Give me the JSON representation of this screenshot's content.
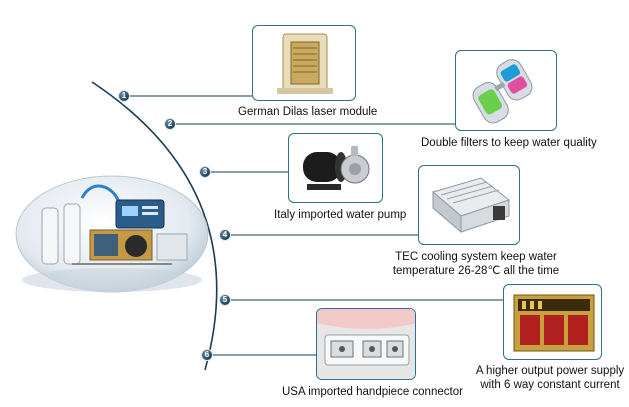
{
  "labels": {
    "laser": "German Dilas laser module",
    "filters": "Double filters to keep water quality",
    "pump": "Italy imported water pump",
    "tec_line1": "TEC cooling system keep water",
    "tec_line2": "temperature 26-28℃  all the time",
    "handpiece": "USA imported handpiece connector",
    "power_line1": "A higher output power supply",
    "power_line2": "with 6 way constant current"
  },
  "badges": [
    "1",
    "2",
    "3",
    "4",
    "5",
    "6"
  ],
  "colors": {
    "arc": "#1b3e57",
    "leader": "#1b3e57",
    "card_border": "#2f6f8f",
    "badge": "#2d4f66"
  },
  "icons": {
    "machine": "laser-machine-cutaway-image",
    "laser": "laser-module-image",
    "filters": "water-filter-image",
    "pump": "water-pump-image",
    "tec": "tec-cooler-image",
    "handpiece": "handpiece-connector-image",
    "power": "power-supply-image"
  }
}
